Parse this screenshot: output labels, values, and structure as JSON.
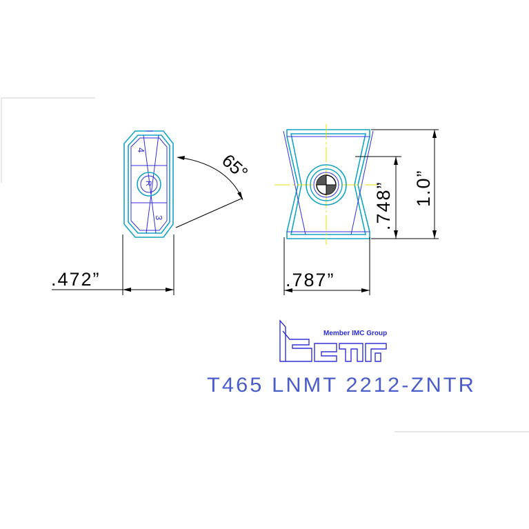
{
  "drawing": {
    "part_number": "T465 LNMT 2212-ZNTR",
    "brand_tagline": "Member IMC Group",
    "brand_logo": "iscar-logo",
    "dimensions": {
      "side_width": ".472”",
      "front_width": ".787”",
      "front_height_inner": ".748”",
      "front_height_outer": "1.0”",
      "angle": "65°"
    },
    "insert_marks": {
      "corner_4": "4",
      "corner_3": "3",
      "hand": "R"
    }
  },
  "colors": {
    "outline_cyan": "#10a4c4",
    "detail_blue": "#3030d8",
    "dimension_black": "#000000",
    "text_blue": "#4a5cc8",
    "centerline_yellow": "#e8e000",
    "background": "#ffffff"
  }
}
